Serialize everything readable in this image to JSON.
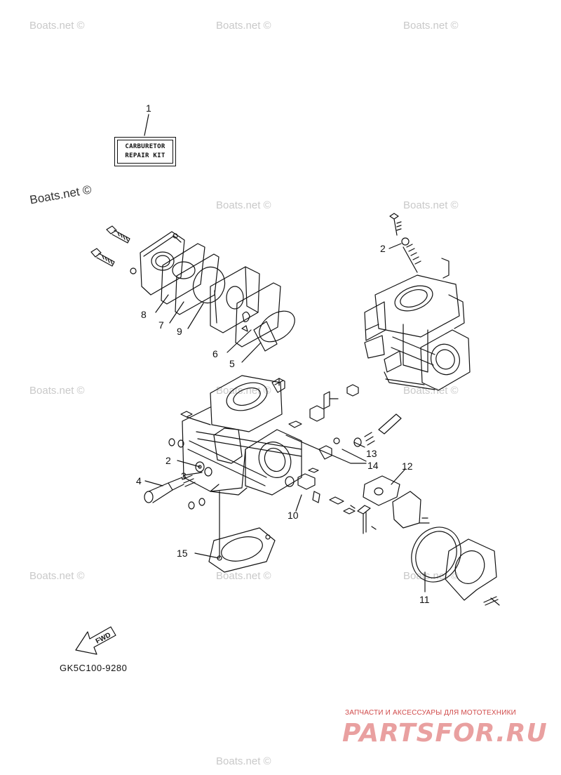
{
  "watermarks": [
    "Boats.net ©",
    "Boats.net ©",
    "Boats.net ©",
    "Boats.net ©",
    "Boats.net ©",
    "Boats.net ©",
    "Boats.net ©",
    "Boats.net ©",
    "Boats.net ©",
    "Boats.net ©",
    "Boats.net ©",
    "Boats.net ©",
    "Boats.net ©"
  ],
  "repair_kit": {
    "line1": "CARBURETOR",
    "line2": "REPAIR KIT"
  },
  "callouts": [
    "1",
    "2",
    "2",
    "3",
    "4",
    "5",
    "6",
    "7",
    "8",
    "9",
    "10",
    "11",
    "12",
    "13",
    "14",
    "15"
  ],
  "fwd_label": "FWD",
  "diagram_code": "GK5C100-9280",
  "branding": {
    "subtitle": "ЗАПЧАСТИ И АКСЕССУАРЫ ДЛЯ МОТОТЕХНИКИ",
    "name": "PARTSFOR.RU"
  }
}
